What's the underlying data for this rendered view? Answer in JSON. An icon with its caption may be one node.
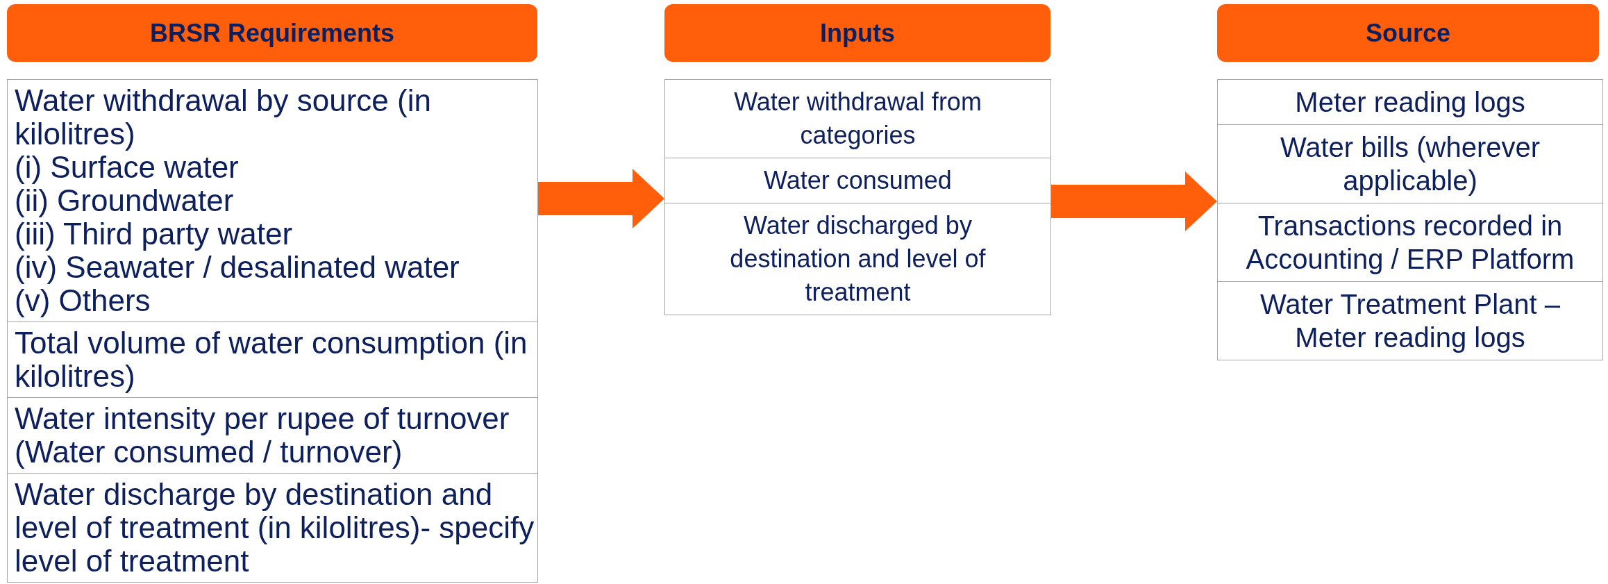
{
  "diagram": {
    "nodes": [
      {
        "text": [
          "BRSR Requirements"
        ]
      },
      {
        "text": [],
        "shape": "box"
      },
      {
        "text": [
          "Water withdrawal by source (in kilolitres)",
          "(i) Surface water",
          "(ii) Groundwater",
          "(iii) Third party water",
          "(iv) Seawater / desalinated water",
          "(v) Others"
        ],
        "in": 1
      },
      {
        "text": [
          "Total volume of water consumption (in kilolitres)"
        ],
        "in": 1
      },
      {
        "text": [
          "Water intensity per rupee of turnover (Water consumed / turnover)"
        ],
        "in": 1
      },
      {
        "text": [
          "Water discharge by destination and level of treatment (in kilolitres)- specify level of treatment"
        ],
        "in": 1
      },
      {
        "text": [
          "Inputs"
        ]
      },
      {
        "text": [],
        "shape": "box"
      },
      {
        "text": [
          "Water withdrawal from categories"
        ],
        "in": 7
      },
      {
        "text": [
          "Water consumed"
        ],
        "in": 7
      },
      {
        "text": [
          "Water discharged by destination and level of treatment"
        ],
        "in": 7
      },
      {
        "text": [
          "Source"
        ]
      },
      {
        "text": [],
        "shape": "box"
      },
      {
        "text": [
          "Meter reading logs"
        ],
        "in": 12
      },
      {
        "text": [
          "Water bills (wherever applicable)"
        ],
        "in": 12
      },
      {
        "text": [
          "Transactions recorded in Accounting / ERP Platform"
        ],
        "in": 12
      },
      {
        "text": [
          "Water Treatment Plant – Meter reading logs"
        ],
        "in": 12
      }
    ],
    "edges": [
      {
        "from": 1,
        "to": 7,
        "arrow": "to"
      },
      {
        "from": 7,
        "to": 12,
        "arrow": "to"
      }
    ]
  }
}
